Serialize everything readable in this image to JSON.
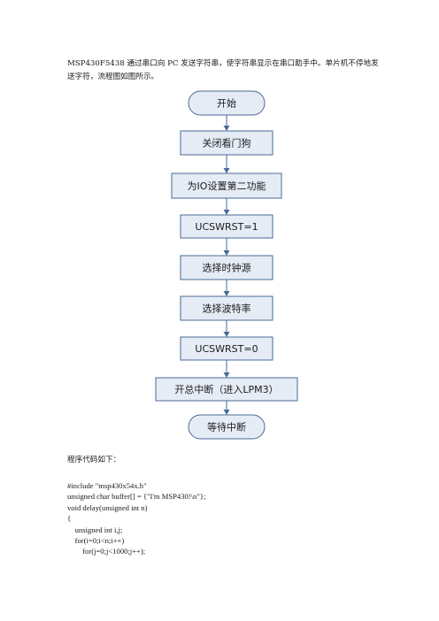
{
  "intro": "MSP430F5438 通过串口向 PC 发送字符串，使字符串显示在串口助手中。单片机不停地发送字符，流程图如图所示。",
  "flowchart": {
    "nodes": [
      {
        "id": "start",
        "label": "开始",
        "shape": "terminal"
      },
      {
        "id": "wdt",
        "label": "关闭看门狗",
        "shape": "process"
      },
      {
        "id": "io",
        "label": "为IO设置第二功能",
        "shape": "process"
      },
      {
        "id": "rst1",
        "label": "UCSWRST=1",
        "shape": "process"
      },
      {
        "id": "clk",
        "label": "选择时钟源",
        "shape": "process"
      },
      {
        "id": "baud",
        "label": "选择波特率",
        "shape": "process"
      },
      {
        "id": "rst0",
        "label": "UCSWRST=0",
        "shape": "process"
      },
      {
        "id": "int",
        "label": "开总中断（进入LPM3）",
        "shape": "process"
      },
      {
        "id": "wait",
        "label": "等待中断",
        "shape": "terminal"
      }
    ]
  },
  "code_intro": "程序代码如下：",
  "code_lines": [
    "#include \"msp430x54x.h\"",
    "unsigned char buffer[] = {\"I'm MSP430!\\n\"};",
    "void delay(unsigned int n)",
    "{",
    "    unsigned int i,j;",
    "    for(i=0;i<n;i++)",
    "        for(j=0;j<1000;j++);"
  ]
}
